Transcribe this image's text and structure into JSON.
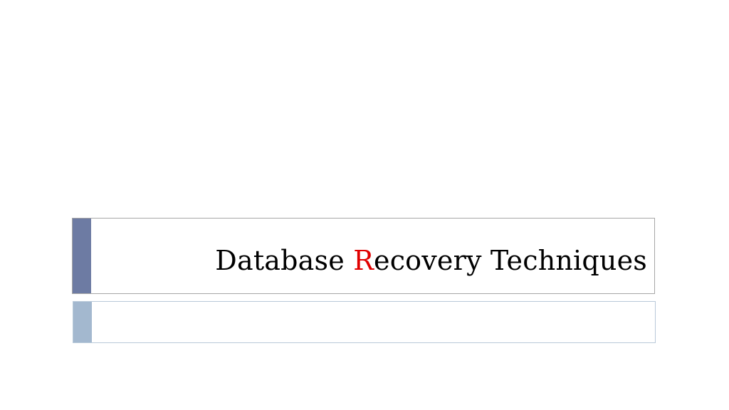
{
  "slide": {
    "title": {
      "prefix": "Database ",
      "highlight": "R",
      "suffix": "ecovery Techniques"
    },
    "colors": {
      "title_accent": "#6d7ba3",
      "subtitle_accent": "#a3b8cf",
      "highlight": "#e00000"
    }
  }
}
